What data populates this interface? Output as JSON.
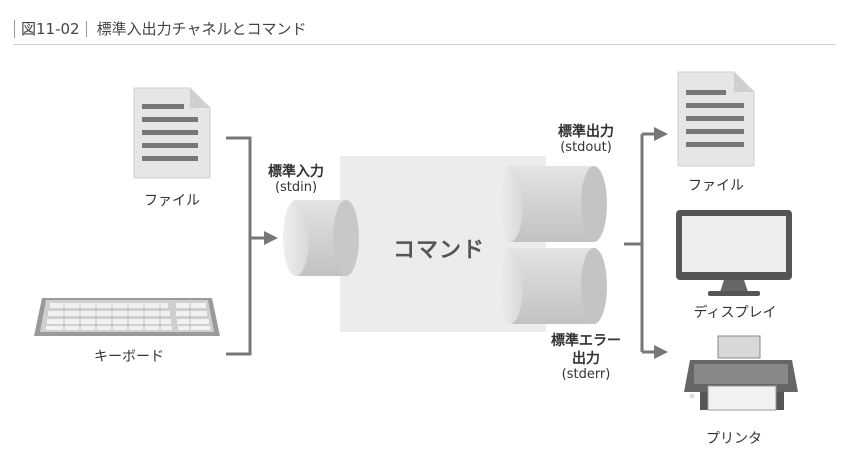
{
  "caption": {
    "figure_no": "図11-02",
    "title": "標準入出力チャネルとコマンド"
  },
  "inputs": {
    "file": "ファイル",
    "keyboard": "キーボード"
  },
  "stdin": {
    "label": "標準入力",
    "code": "(stdin)"
  },
  "command": "コマンド",
  "stdout": {
    "label": "標準出力",
    "code": "(stdout)"
  },
  "stderr": {
    "label_line1": "標準エラー",
    "label_line2": "出力",
    "code": "(stderr)"
  },
  "outputs": {
    "file": "ファイル",
    "display": "ディスプレイ",
    "printer": "プリンタ"
  }
}
